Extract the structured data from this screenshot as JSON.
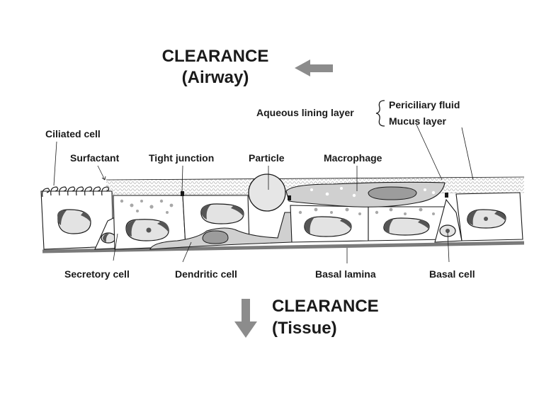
{
  "clearance_airway": {
    "line1": "CLEARANCE",
    "line2": "(Airway)"
  },
  "clearance_tissue": {
    "line1": "CLEARANCE",
    "line2": "(Tissue)"
  },
  "aqueous": {
    "label": "Aqueous lining layer",
    "sub1": "Periciliary fluid",
    "sub2": "Mucus layer"
  },
  "labels_top": {
    "ciliated": "Ciliated cell",
    "surfactant": "Surfactant",
    "tight_junction": "Tight junction",
    "particle": "Particle",
    "macrophage": "Macrophage"
  },
  "labels_bottom": {
    "secretory": "Secretory cell",
    "dendritic": "Dendritic cell",
    "basal_lamina": "Basal lamina",
    "basal_cell": "Basal cell"
  },
  "colors": {
    "arrow": "#8c8c8c",
    "ink": "#1a1a1a",
    "cell_grey": "#d0d0d0"
  }
}
